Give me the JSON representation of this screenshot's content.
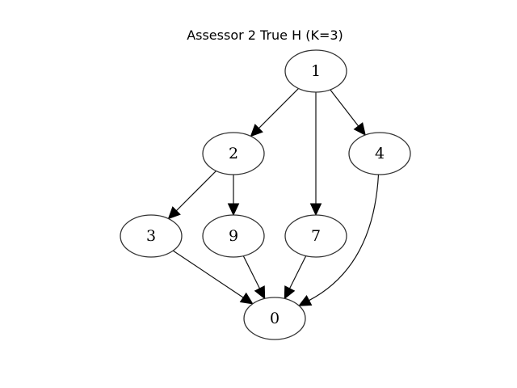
{
  "title": "Assessor 2 True H (K=3)",
  "colors": {
    "background": "#ffffff",
    "node_stroke": "#333333",
    "edge": "#111111",
    "arrow": "#000000"
  },
  "graph": {
    "directed": true,
    "nodes": [
      {
        "id": "1",
        "label": "1"
      },
      {
        "id": "2",
        "label": "2"
      },
      {
        "id": "4",
        "label": "4"
      },
      {
        "id": "3",
        "label": "3"
      },
      {
        "id": "9",
        "label": "9"
      },
      {
        "id": "7",
        "label": "7"
      },
      {
        "id": "0",
        "label": "0"
      }
    ],
    "edges": [
      {
        "from": "1",
        "to": "2"
      },
      {
        "from": "1",
        "to": "7"
      },
      {
        "from": "1",
        "to": "4"
      },
      {
        "from": "2",
        "to": "3"
      },
      {
        "from": "2",
        "to": "9"
      },
      {
        "from": "3",
        "to": "0"
      },
      {
        "from": "9",
        "to": "0"
      },
      {
        "from": "7",
        "to": "0"
      },
      {
        "from": "4",
        "to": "0"
      }
    ]
  }
}
